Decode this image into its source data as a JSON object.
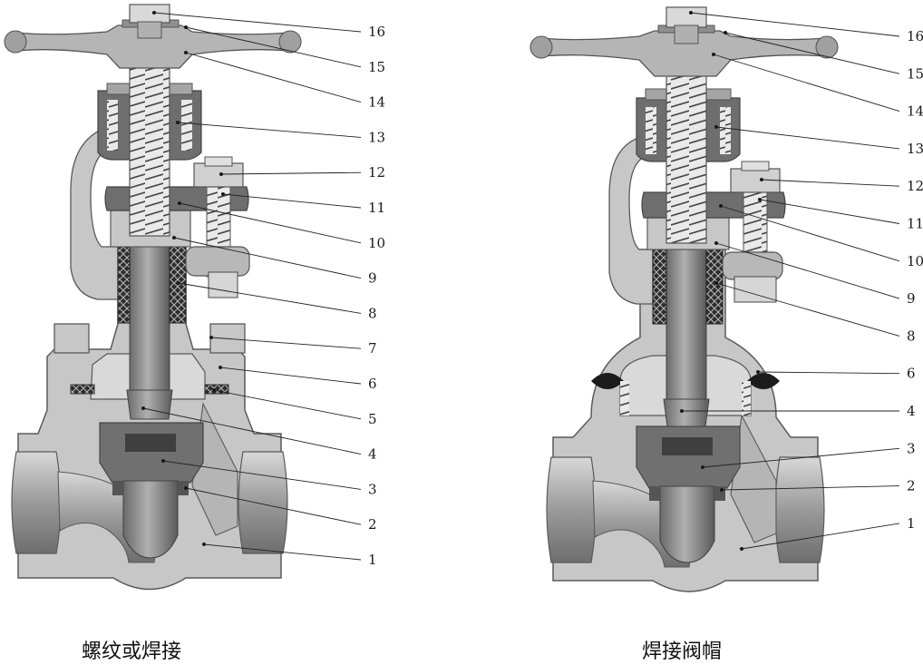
{
  "colors": {
    "body": "#c7c7c7",
    "outline": "#5a5a5a",
    "dark": "#6e6e6e",
    "darker": "#4a4a4a",
    "light": "#e8e8e8",
    "stem": "#8c8c8c",
    "weld": "#1c1c1c"
  },
  "left_valve": {
    "caption": "螺纹或焊接",
    "labels": [
      "16",
      "15",
      "14",
      "13",
      "12",
      "11",
      "10",
      "9",
      "8",
      "7",
      "6",
      "5",
      "4",
      "3",
      "2",
      "1"
    ]
  },
  "right_valve": {
    "caption": "焊接阀帽",
    "labels": [
      "16",
      "15",
      "14",
      "13",
      "12",
      "11",
      "10",
      "9",
      "8",
      "6",
      "4",
      "3",
      "2",
      "1"
    ]
  }
}
